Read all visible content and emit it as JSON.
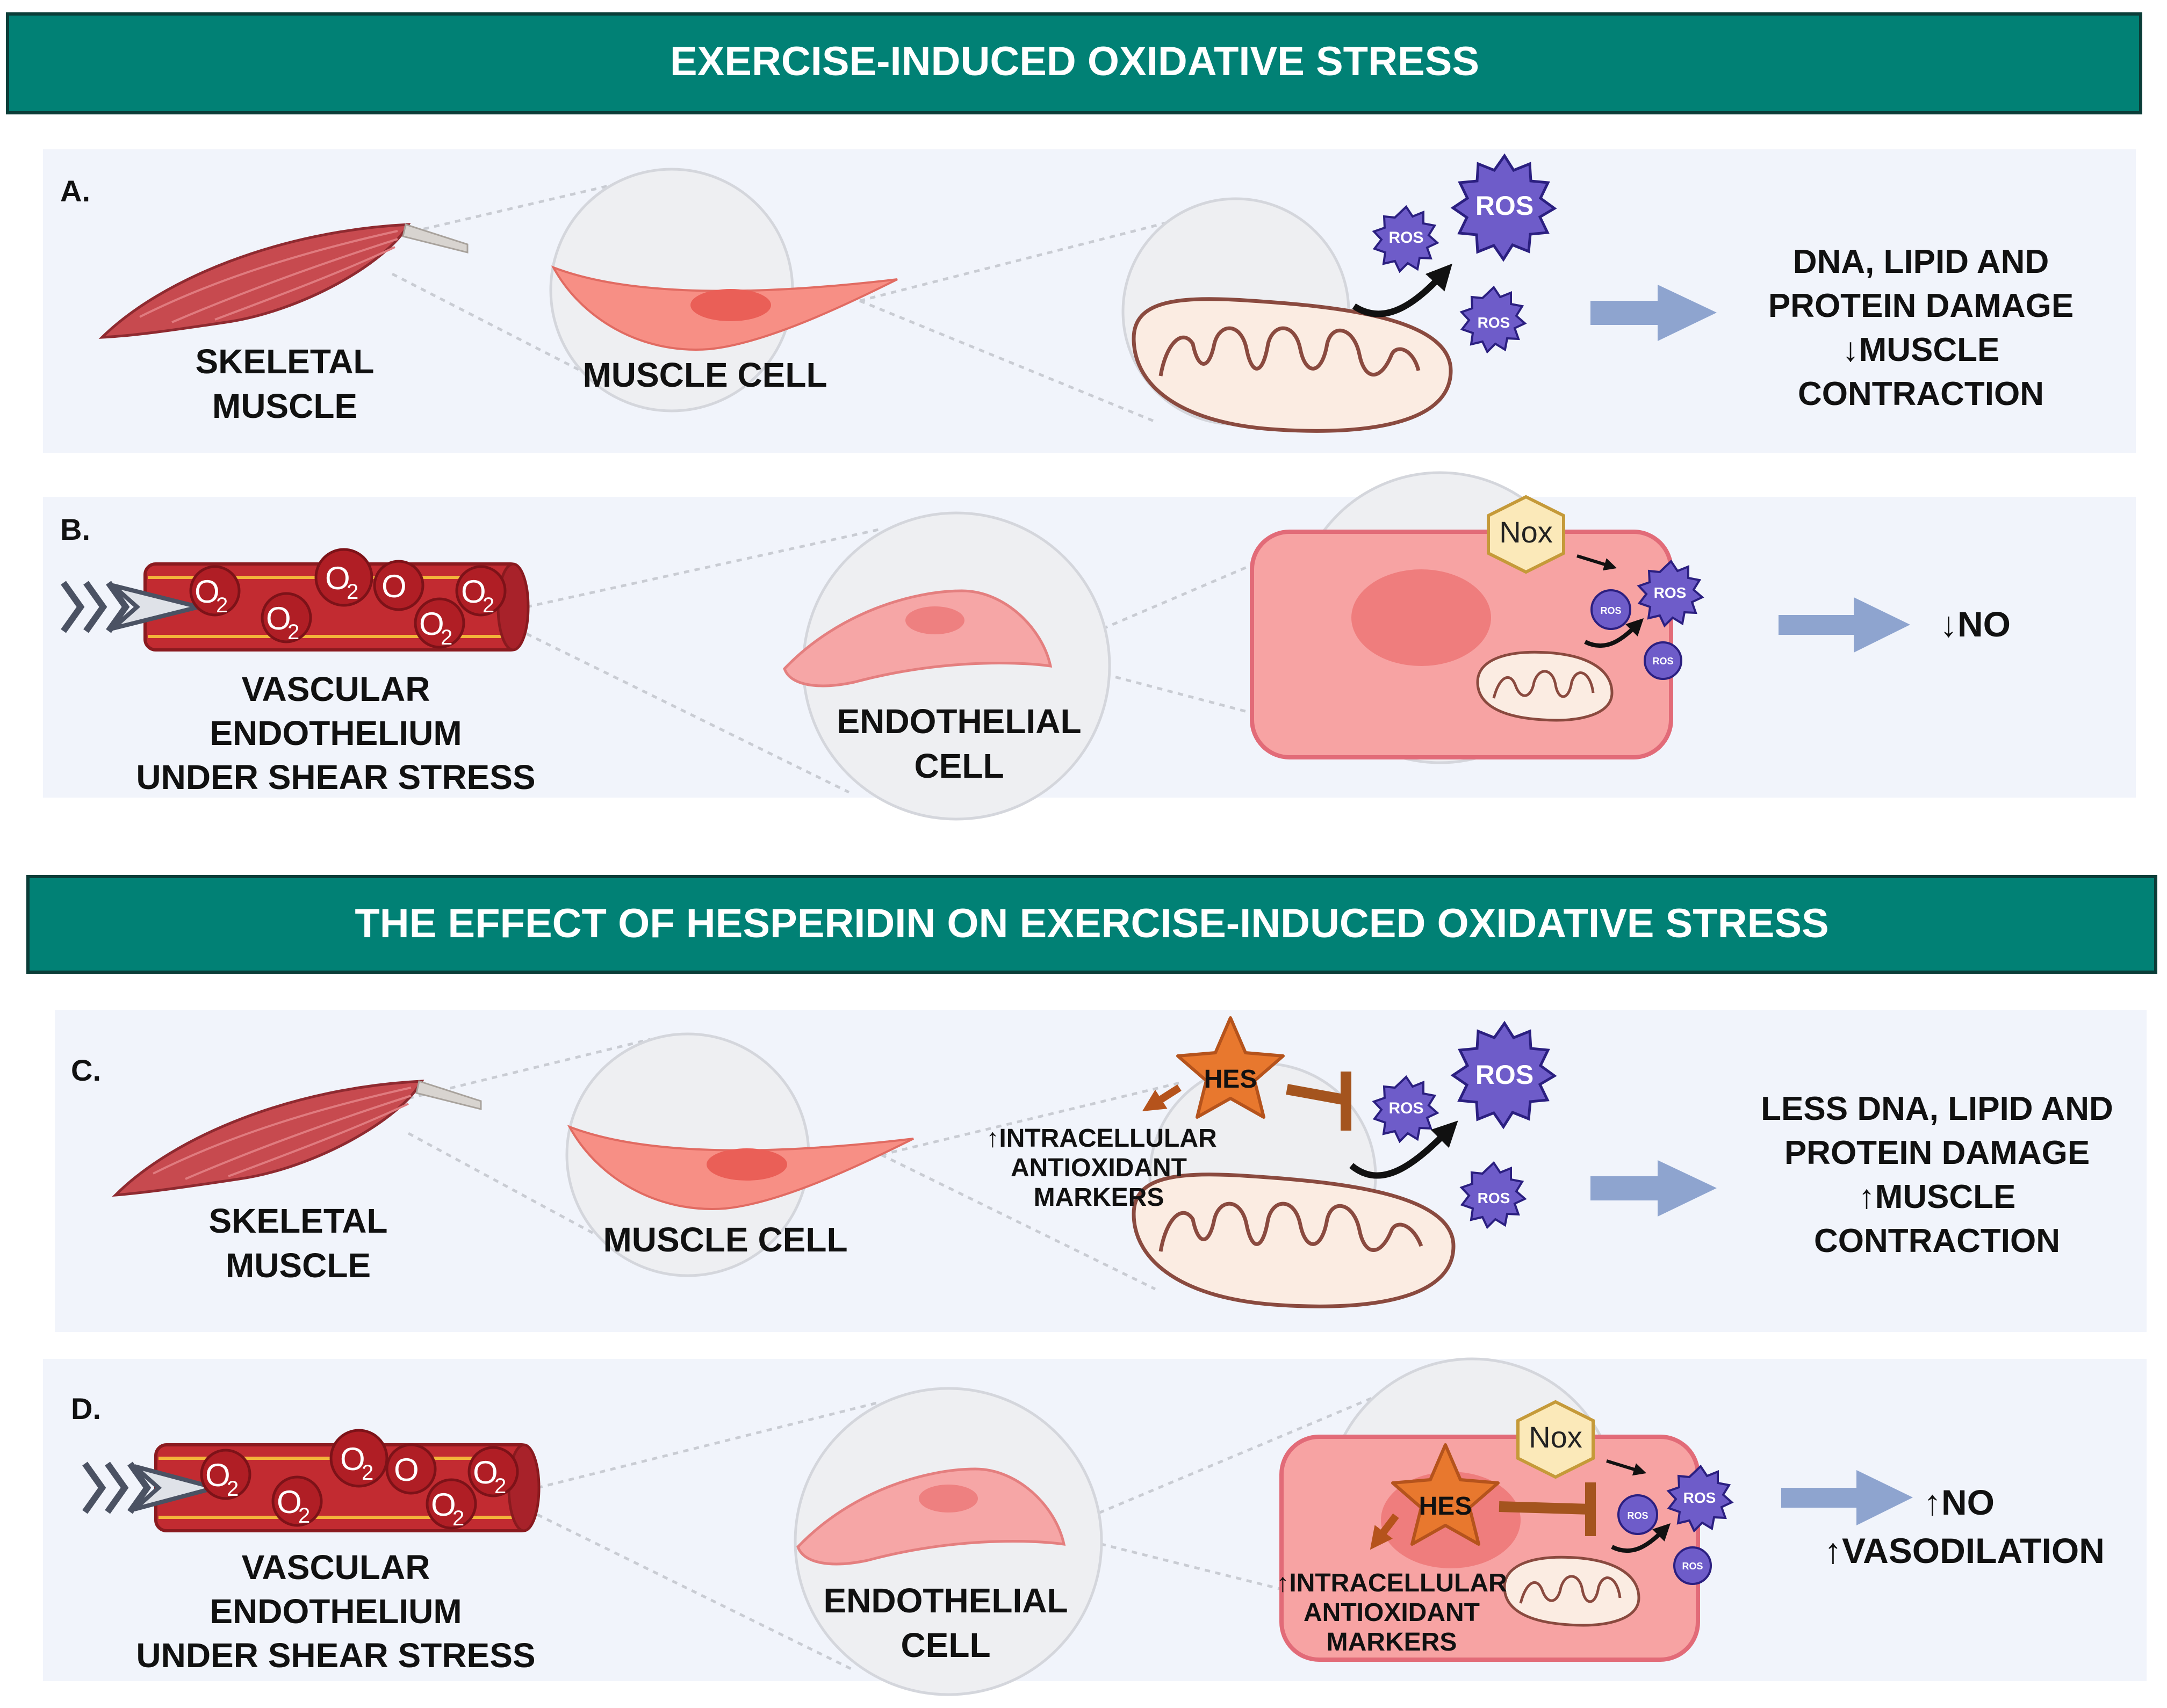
{
  "headers": {
    "top": "EXERCISE-INDUCED OXIDATIVE STRESS",
    "bottom": "THE EFFECT OF HESPERIDIN ON EXERCISE-INDUCED OXIDATIVE STRESS"
  },
  "colors": {
    "header_fill": "#018175",
    "panel_fill": "#f1f4fb",
    "muscle": "#c74a4f",
    "cell_pink": "#f6a6a6",
    "ros_purple": "#6e5cc9",
    "hes_orange": "#e8782e",
    "arrow_blue": "#8ea4cf",
    "nox_fill": "#fbe9b9"
  },
  "panels": {
    "a": {
      "letter": "A.",
      "muscle_line1": "SKELETAL",
      "muscle_line2": "MUSCLE",
      "cell_label": "MUSCLE CELL",
      "ros": "ROS",
      "outcome_line1": "DNA, LIPID AND",
      "outcome_line2": "PROTEIN DAMAGE",
      "outcome_line3": "↓MUSCLE",
      "outcome_line4": "CONTRACTION"
    },
    "b": {
      "letter": "B.",
      "o2": "O",
      "o2_sub": "2",
      "vessel_line1": "VASCULAR",
      "vessel_line2": "ENDOTHELIUM",
      "vessel_line3": "UNDER SHEAR STRESS",
      "cell_line1": "ENDOTHELIAL",
      "cell_line2": "CELL",
      "nox": "Nox",
      "ros": "ROS",
      "outcome_line1": "↓NO"
    },
    "c": {
      "letter": "C.",
      "muscle_line1": "SKELETAL",
      "muscle_line2": "MUSCLE",
      "cell_label": "MUSCLE CELL",
      "hes": "HES",
      "ros": "ROS",
      "marker_line1": "↑INTRACELLULAR",
      "marker_line2": "ANTIOXIDANT",
      "marker_line3": "MARKERS",
      "outcome_line1": "LESS DNA, LIPID AND",
      "outcome_line2": "PROTEIN DAMAGE",
      "outcome_line3": "↑MUSCLE",
      "outcome_line4": "CONTRACTION"
    },
    "d": {
      "letter": "D.",
      "o2": "O",
      "o2_sub": "2",
      "vessel_line1": "VASCULAR",
      "vessel_line2": "ENDOTHELIUM",
      "vessel_line3": "UNDER SHEAR STRESS",
      "cell_line1": "ENDOTHELIAL",
      "cell_line2": "CELL",
      "nox": "Nox",
      "hes": "HES",
      "ros": "ROS",
      "marker_line1": "↑INTRACELLULAR",
      "marker_line2": "ANTIOXIDANT",
      "marker_line3": "MARKERS",
      "outcome_line1": "↑NO",
      "outcome_line2": "↑VASODILATION"
    }
  }
}
